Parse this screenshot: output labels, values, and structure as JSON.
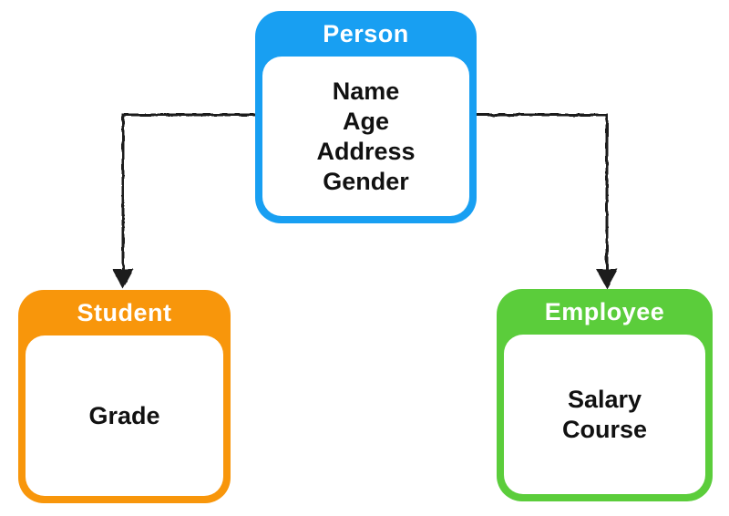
{
  "diagram": {
    "type": "class-inheritance-diagram",
    "background": "#ffffff",
    "edge_color": "#1b1b1b",
    "attribute_text_color": "#111111",
    "nodes": [
      {
        "label": "Person",
        "attributes": [
          "Name",
          "Age",
          "Address",
          "Gender"
        ],
        "color": "#189FF2",
        "title_color": "#ffffff"
      },
      {
        "label": "Student",
        "attributes": [
          "Grade"
        ],
        "color": "#F8960B",
        "title_color": "#ffffff"
      },
      {
        "label": "Employee",
        "attributes": [
          "Salary",
          "Course"
        ],
        "color": "#5BCD3B",
        "title_color": "#ffffff"
      }
    ],
    "edges": [
      {
        "from": "Person",
        "to": "Student"
      },
      {
        "from": "Person",
        "to": "Employee"
      }
    ]
  }
}
